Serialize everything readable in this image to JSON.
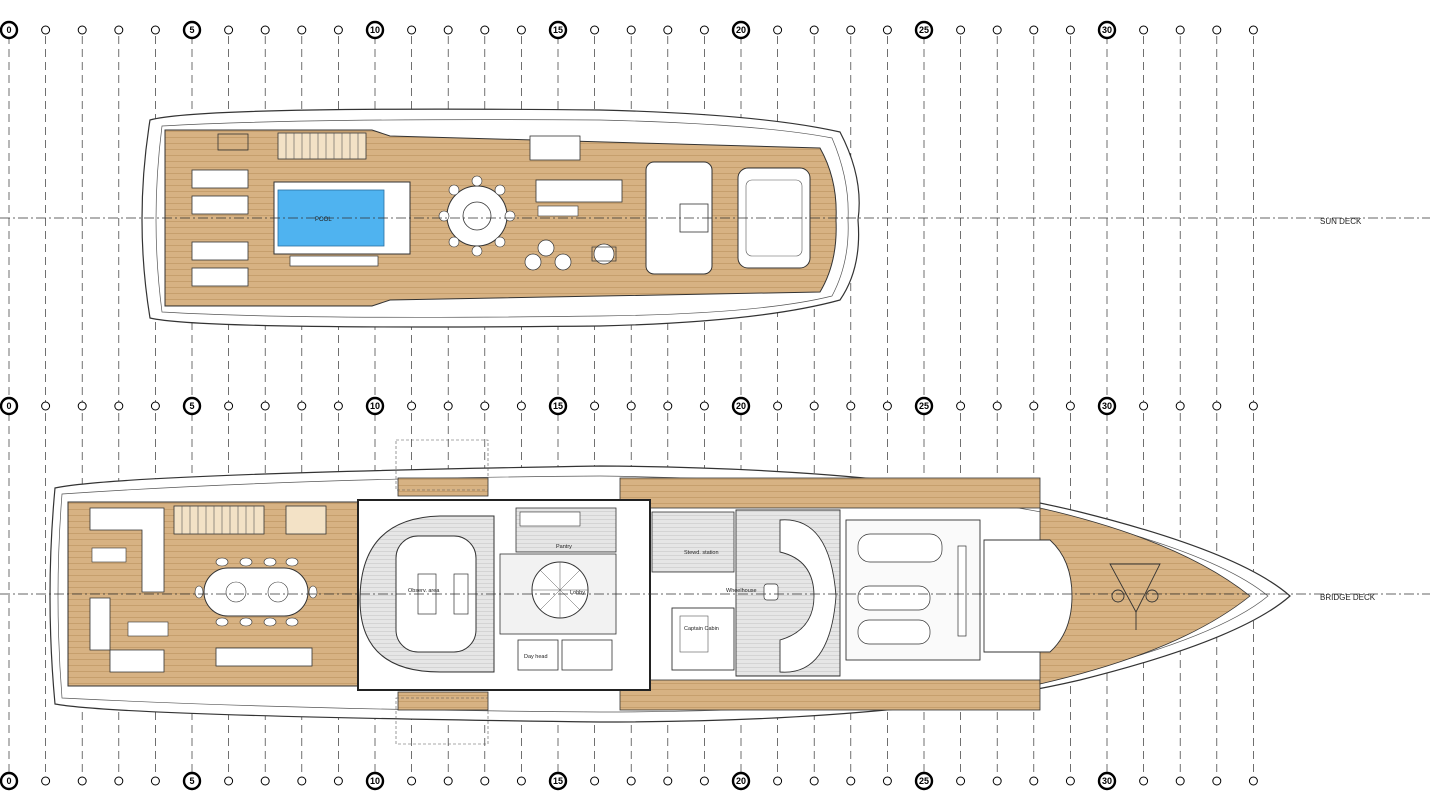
{
  "frame_numbers": [
    "0",
    "5",
    "10",
    "15",
    "20",
    "25",
    "30"
  ],
  "decks": {
    "sun": {
      "name": "SUN DECK",
      "rooms": {
        "pool": "POOL"
      }
    },
    "bridge": {
      "name": "BRIDGE DECK",
      "rooms": {
        "pantry": "Pantry",
        "observation": "Observ. area",
        "lobby": "Lobby",
        "stewards": "Stewd. station",
        "wheelhouse": "Wheelhouse",
        "captain": "Captain Cabin",
        "day_head": "Day head"
      }
    }
  },
  "colors": {
    "teak": "#d7b283",
    "teak_line": "#c29a68",
    "pool": "#4fb3f0",
    "hull_line": "#333333",
    "grid_line": "#333333"
  }
}
